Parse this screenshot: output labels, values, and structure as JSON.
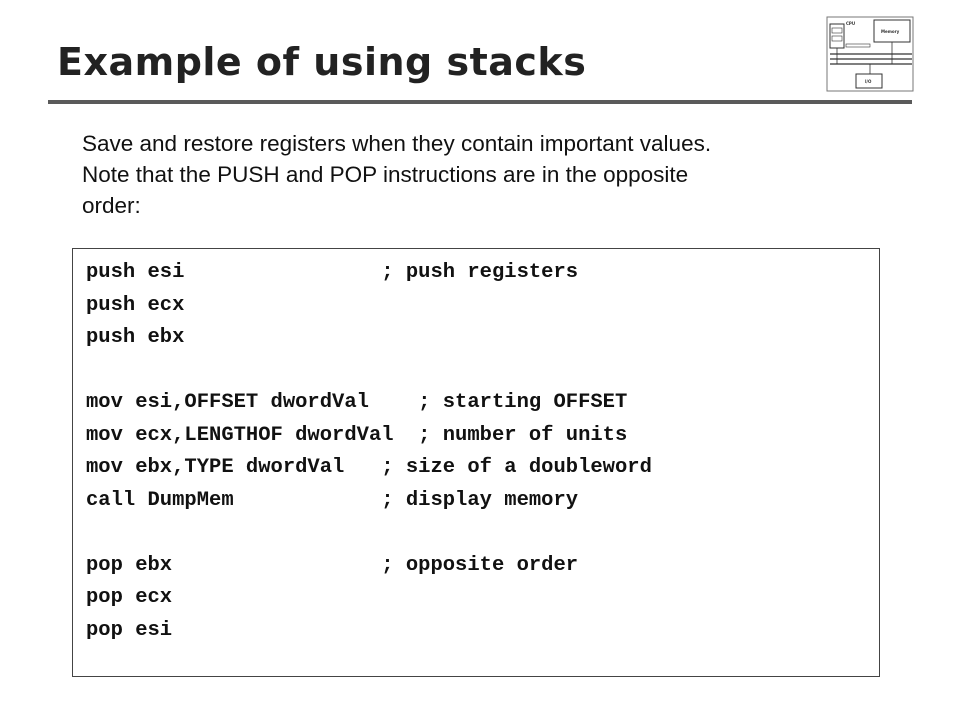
{
  "slide": {
    "title": "Example of using stacks",
    "intro_lines": [
      "Save and restore registers when they contain important values.",
      "Note that the PUSH and POP instructions are in the opposite",
      "order:"
    ]
  },
  "code": {
    "lines": [
      "push esi                ; push registers",
      "push ecx",
      "push ebx",
      "",
      "mov esi,OFFSET dwordVal    ; starting OFFSET",
      "mov ecx,LENGTHOF dwordVal  ; number of units",
      "mov ebx,TYPE dwordVal   ; size of a doubleword",
      "call DumpMem            ; display memory",
      "",
      "pop ebx                 ; opposite order",
      "pop ecx",
      "pop esi"
    ]
  },
  "logo": {
    "icon": "computer-architecture-diagram-icon",
    "labels": {
      "cpu": "CPU",
      "memory": "Memory",
      "io": "I/O"
    }
  },
  "colors": {
    "title": "#222222",
    "rule": "#5a5a5a",
    "text": "#111111",
    "border": "#444444"
  }
}
